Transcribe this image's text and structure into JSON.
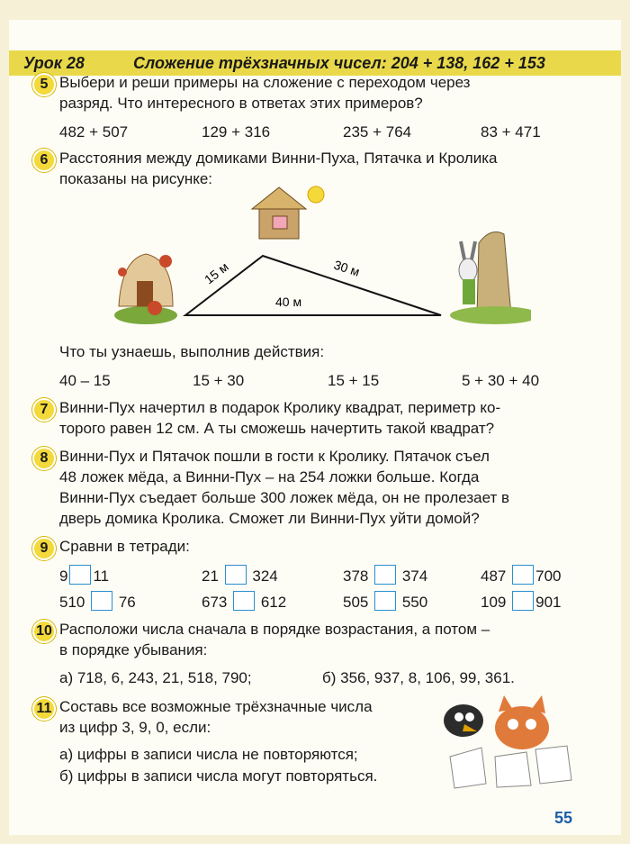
{
  "header": {
    "lesson": "Урок 28",
    "title": "Сложение трёхзначных чисел: 204 + 138, 162 + 153"
  },
  "tasks": {
    "t5": {
      "num": "5",
      "line1": "Выбери и реши примеры на сложение с переходом через",
      "line2": "разряд. Что интересного в ответах этих примеров?",
      "examples": [
        "482 + 507",
        "129 + 316",
        "235 + 764",
        "83 + 471"
      ]
    },
    "t6": {
      "num": "6",
      "line1": "Расстояния между домиками Винни-Пуха, Пятачка и Кролика",
      "line2": "показаны на рисунке:",
      "side_left": "15 м",
      "side_right": "30 м",
      "side_bottom": "40 м",
      "question": "Что ты узнаешь, выполнив действия:",
      "examples": [
        "40 – 15",
        "15 + 30",
        "15 + 15",
        "5 + 30 + 40"
      ]
    },
    "t7": {
      "num": "7",
      "line1": "Винни-Пух начертил в подарок Кролику квадрат, периметр ко-",
      "line2": "торого равен 12 см. А ты сможешь начертить такой квадрат?"
    },
    "t8": {
      "num": "8",
      "line1": "Винни-Пух и Пятачок пошли в гости к Кролику. Пятачок съел",
      "line2": "48 ложек мёда, а Винни-Пух – на 254 ложки больше. Когда",
      "line3": "Винни-Пух съедает больше 300 ложек мёда, он не пролезает в",
      "line4": "дверь домика Кролика. Сможет ли Винни-Пух уйти домой?"
    },
    "t9": {
      "num": "9",
      "line1": "Сравни в тетради:",
      "pairs": [
        [
          "9",
          "11"
        ],
        [
          "21",
          "324"
        ],
        [
          "378",
          "374"
        ],
        [
          "487",
          "700"
        ],
        [
          "510",
          "76"
        ],
        [
          "673",
          "612"
        ],
        [
          "505",
          "550"
        ],
        [
          "109",
          "901"
        ]
      ]
    },
    "t10": {
      "num": "10",
      "line1": "Расположи числа сначала в порядке возрастания, а потом –",
      "line2": "в порядке убывания:",
      "a": "а) 718, 6, 243, 21, 518, 790;",
      "b": "б) 356, 937, 8, 106, 99, 361."
    },
    "t11": {
      "num": "11",
      "line1": "Составь все возможные трёхзначные числа",
      "line2": "из цифр 3, 9, 0, если:",
      "a": "а) цифры в записи числа не повторяются;",
      "b": "б) цифры в записи числа могут повторяться."
    }
  },
  "page_number": "55",
  "colors": {
    "header": "#e9d94a",
    "badge": "#f3d93a",
    "page_number": "#1d5da8",
    "box": "#2a8fd0"
  }
}
